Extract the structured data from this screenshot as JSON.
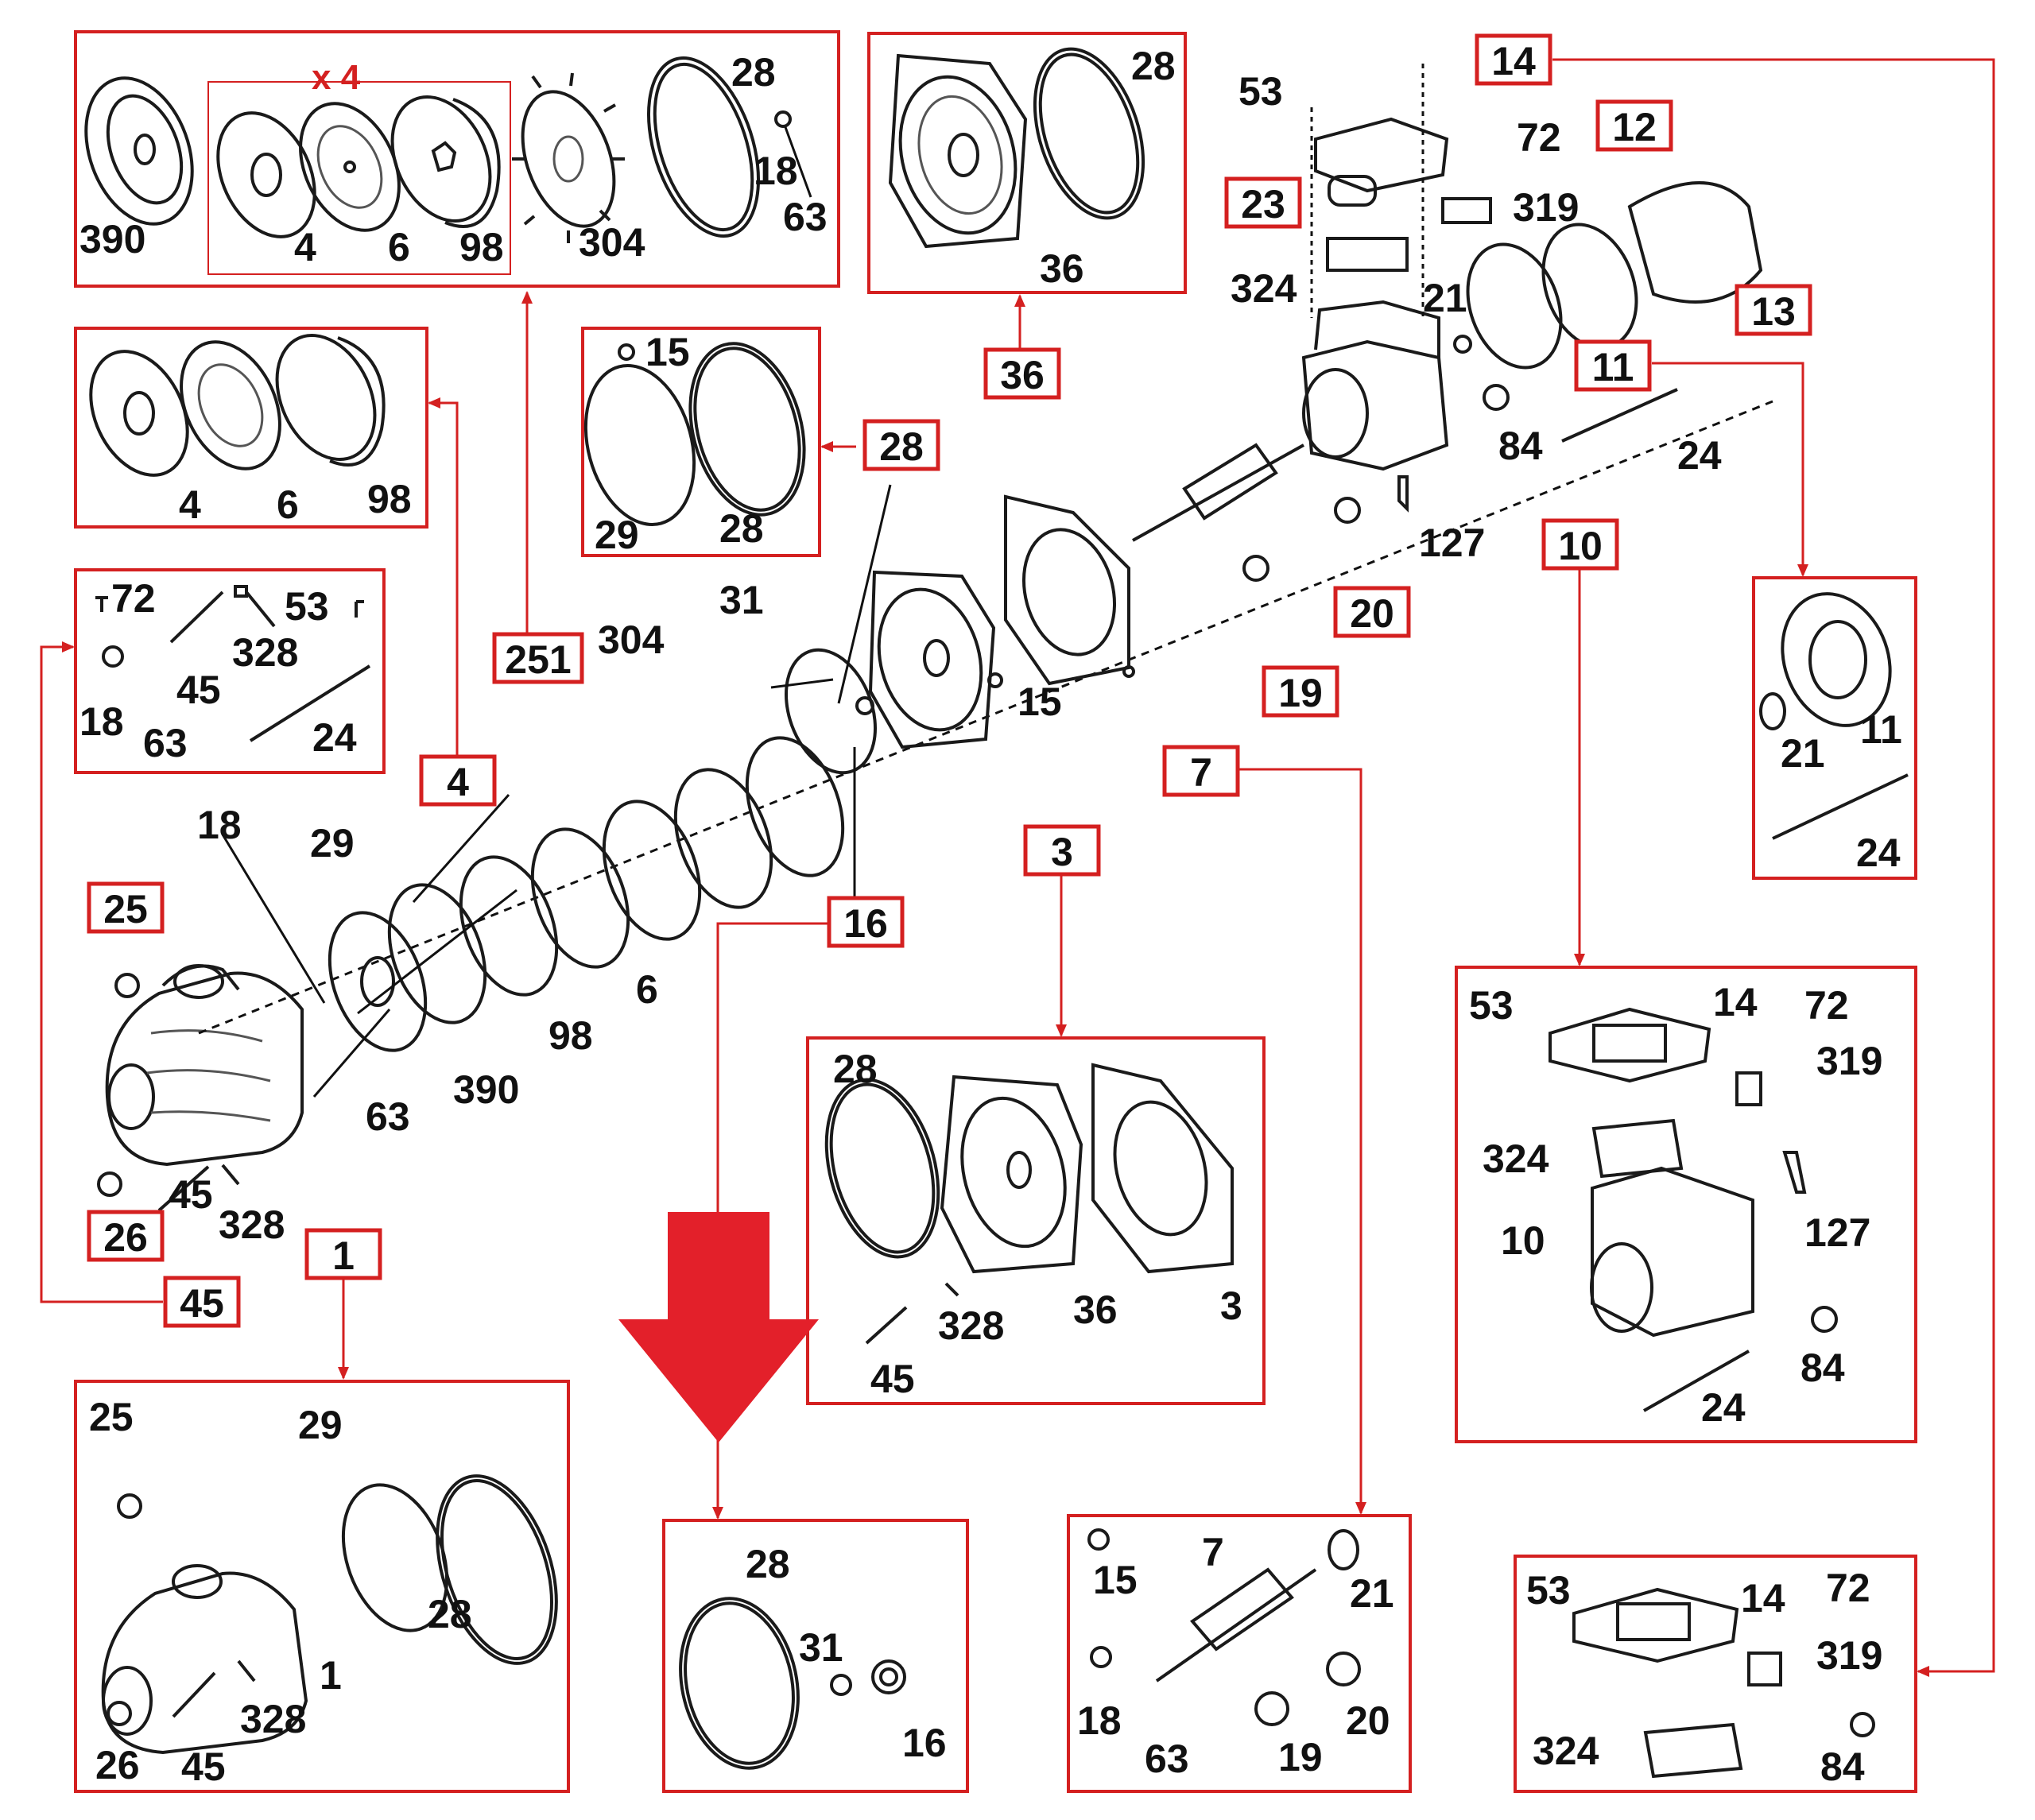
{
  "colors": {
    "accent": "#d42020",
    "arrow": "#e3202a",
    "ink": "#111111"
  },
  "groups": {
    "stage": {
      "multiplier": "x 4",
      "labels": [
        "390",
        "4",
        "6",
        "98",
        "304",
        "28",
        "18",
        "63"
      ]
    },
    "stage_single": {
      "labels": [
        "4",
        "6",
        "98"
      ]
    },
    "seals": {
      "labels": [
        "15",
        "29",
        "28"
      ]
    },
    "diffuser": {
      "labels": [
        "28",
        "36"
      ]
    },
    "fasteners": {
      "labels": [
        "72",
        "53",
        "328",
        "45",
        "18",
        "63",
        "24"
      ]
    },
    "motor_cover": {
      "labels": [
        "11",
        "21",
        "24"
      ]
    },
    "terminal_full": {
      "labels": [
        "53",
        "14",
        "72",
        "319",
        "324",
        "10",
        "127",
        "84",
        "24"
      ]
    },
    "bracket": {
      "labels": [
        "28",
        "36",
        "3",
        "45",
        "328"
      ]
    },
    "housing": {
      "labels": [
        "25",
        "29",
        "28",
        "1",
        "26",
        "45",
        "328"
      ]
    },
    "shaft_seal": {
      "labels": [
        "28",
        "31",
        "16"
      ]
    },
    "rotor": {
      "labels": [
        "7",
        "15",
        "21",
        "18",
        "63",
        "19",
        "20"
      ]
    },
    "terminal_box": {
      "labels": [
        "53",
        "14",
        "72",
        "319",
        "324",
        "84"
      ]
    },
    "main": {
      "labels": [
        "53",
        "72",
        "319",
        "324",
        "21",
        "84",
        "24",
        "127",
        "18",
        "29",
        "63",
        "390",
        "98",
        "6",
        "304",
        "31",
        "15",
        "328",
        "45"
      ]
    }
  },
  "callouts": [
    "14",
    "12",
    "23",
    "13",
    "11",
    "10",
    "20",
    "19",
    "7",
    "3",
    "36",
    "28",
    "251",
    "4",
    "16",
    "25",
    "26",
    "45",
    "1"
  ]
}
